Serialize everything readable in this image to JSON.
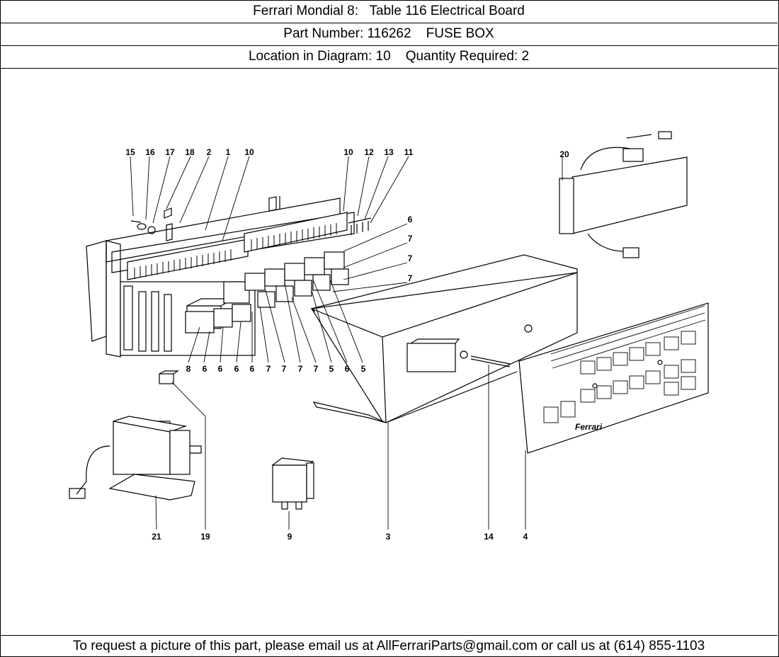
{
  "header": {
    "title": "Ferrari Mondial 8:   Table 116 Electrical Board",
    "part": "Part Number: 116262    FUSE BOX",
    "location": "Location in Diagram: 10    Quantity Required: 2"
  },
  "diagram": {
    "brand_mark": "Ferrari",
    "callouts": {
      "c15": "15",
      "c16": "16",
      "c17": "17",
      "c18": "18",
      "c2": "2",
      "c1": "1",
      "c10a": "10",
      "c10b": "10",
      "c12": "12",
      "c13": "13",
      "c11": "11",
      "c6r": "6",
      "c7a": "7",
      "c7b": "7",
      "c7c": "7",
      "c20": "20",
      "c8": "8",
      "c6a": "6",
      "c6b": "6",
      "c6c": "6",
      "c6d": "6",
      "c7d": "7",
      "c7e": "7",
      "c7f": "7",
      "c7g": "7",
      "c5a": "5",
      "c6e": "6",
      "c5b": "5",
      "c21": "21",
      "c19": "19",
      "c9": "9",
      "c3": "3",
      "c14": "14",
      "c4": "4"
    }
  },
  "footer": {
    "contact": "To request a picture of this part, please email us at AllFerrariParts@gmail.com or call us at (614) 855-1103"
  }
}
